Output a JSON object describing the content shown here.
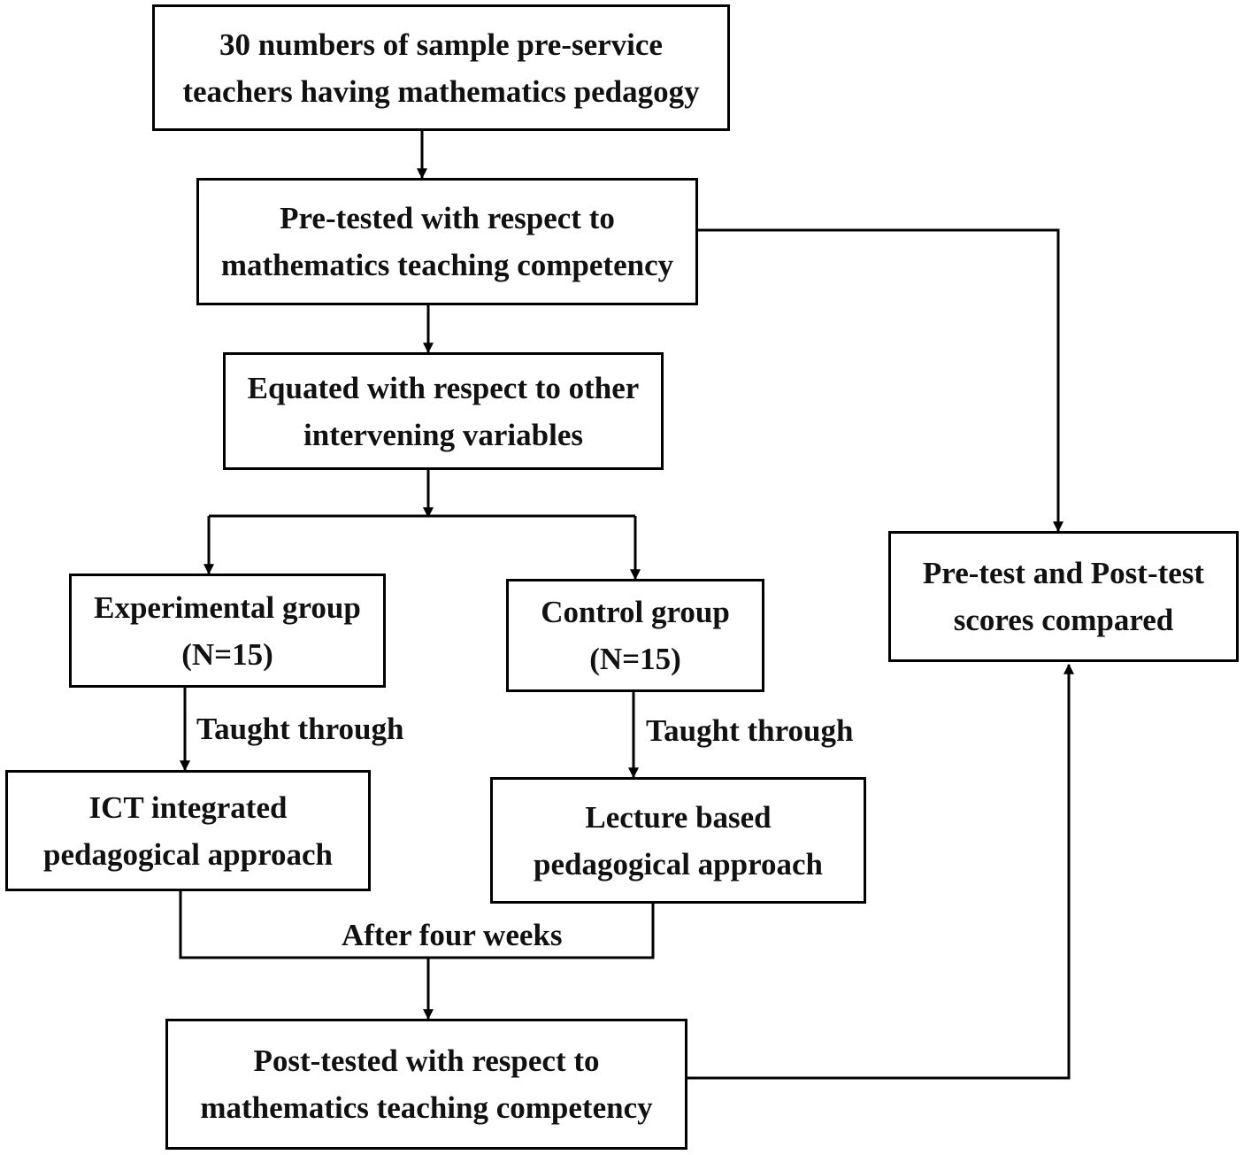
{
  "nodes": {
    "sample": {
      "line1": "30 numbers of sample pre-service",
      "line2": "teachers having mathematics pedagogy"
    },
    "pretest": {
      "line1": "Pre-tested with respect to",
      "line2": "mathematics teaching competency"
    },
    "equated": {
      "line1": "Equated with respect to other",
      "line2": "intervening variables"
    },
    "experimental": {
      "line1": "Experimental group",
      "line2": "(N=15)"
    },
    "control": {
      "line1": "Control group",
      "line2": "(N=15)"
    },
    "ict": {
      "line1": "ICT integrated",
      "line2": "pedagogical approach"
    },
    "lecture": {
      "line1": "Lecture based",
      "line2": "pedagogical approach"
    },
    "posttest": {
      "line1": "Post-tested with respect to",
      "line2": "mathematics teaching competency"
    },
    "compared": {
      "line1": "Pre-test and Post-test",
      "line2": "scores compared"
    }
  },
  "edge_labels": {
    "taught_experimental": "Taught through",
    "taught_control": "Taught through",
    "after": "After four weeks"
  },
  "colors": {
    "line": "#000000",
    "box_fill": "#ffffff",
    "text": "#111111"
  }
}
